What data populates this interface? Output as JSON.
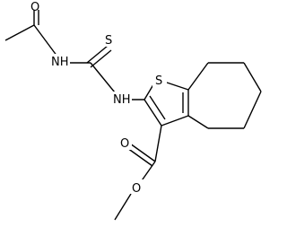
{
  "molecule": {
    "atoms": {
      "O_acetyl": "O",
      "NH_amide": "NH",
      "S_thione": "S",
      "NH_amine": "NH",
      "S_ring": "S",
      "O_carbonyl": "O",
      "O_ester": "O"
    }
  }
}
